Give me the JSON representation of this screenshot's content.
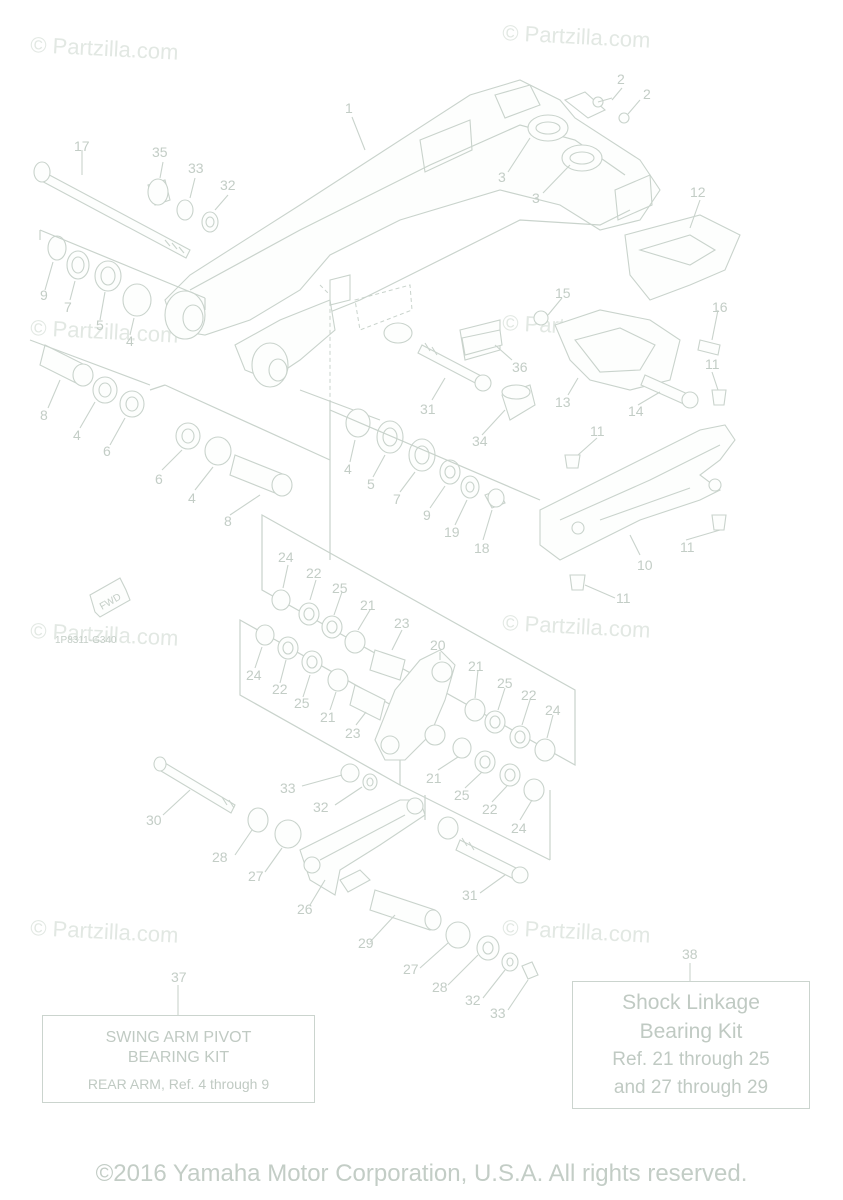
{
  "watermarks": [
    "© Partzilla.com",
    "© Partzilla.com",
    "© Partzilla.com",
    "© Partzilla.com",
    "© Partzilla.com",
    "© Partzilla.com",
    "© Partzilla.com",
    "© Partzilla.com"
  ],
  "callouts": {
    "c1": "1",
    "c2a": "2",
    "c2b": "2",
    "c3a": "3",
    "c3b": "3",
    "c4a": "4",
    "c4b": "4",
    "c4c": "4",
    "c4d": "4",
    "c5a": "5",
    "c5b": "5",
    "c6a": "6",
    "c6b": "6",
    "c7a": "7",
    "c7b": "7",
    "c8a": "8",
    "c8b": "8",
    "c9a": "9",
    "c9b": "9",
    "c10": "10",
    "c11a": "11",
    "c11b": "11",
    "c11c": "11",
    "c11d": "11",
    "c12": "12",
    "c13": "13",
    "c14": "14",
    "c15": "15",
    "c16": "16",
    "c17": "17",
    "c18": "18",
    "c19": "19",
    "c20": "20",
    "c21a": "21",
    "c21b": "21",
    "c21c": "21",
    "c21d": "21",
    "c22a": "22",
    "c22b": "22",
    "c22c": "22",
    "c22d": "22",
    "c23a": "23",
    "c23b": "23",
    "c24a": "24",
    "c24b": "24",
    "c24c": "24",
    "c24d": "24",
    "c25a": "25",
    "c25b": "25",
    "c25c": "25",
    "c25d": "25",
    "c26": "26",
    "c27a": "27",
    "c27b": "27",
    "c28a": "28",
    "c28b": "28",
    "c29": "29",
    "c30": "30",
    "c31a": "31",
    "c31b": "31",
    "c32a": "32",
    "c32b": "32",
    "c32c": "32",
    "c33a": "33",
    "c33b": "33",
    "c33c": "33",
    "c34": "34",
    "c35": "35",
    "c36": "36",
    "c37": "37",
    "c38": "38"
  },
  "fwd_label": "FWD",
  "diagram_code": "1P8311-G340",
  "box37": {
    "line1": "SWING ARM PIVOT",
    "line2": "BEARING KIT",
    "line3": "REAR ARM, Ref. 4 through 9"
  },
  "box38": {
    "line1": "Shock Linkage",
    "line2": "Bearing Kit",
    "line3": "Ref. 21 through 25",
    "line4": "and 27 through 29"
  },
  "copyright": "©2016 Yamaha Motor Corporation, U.S.A. All rights reserved."
}
